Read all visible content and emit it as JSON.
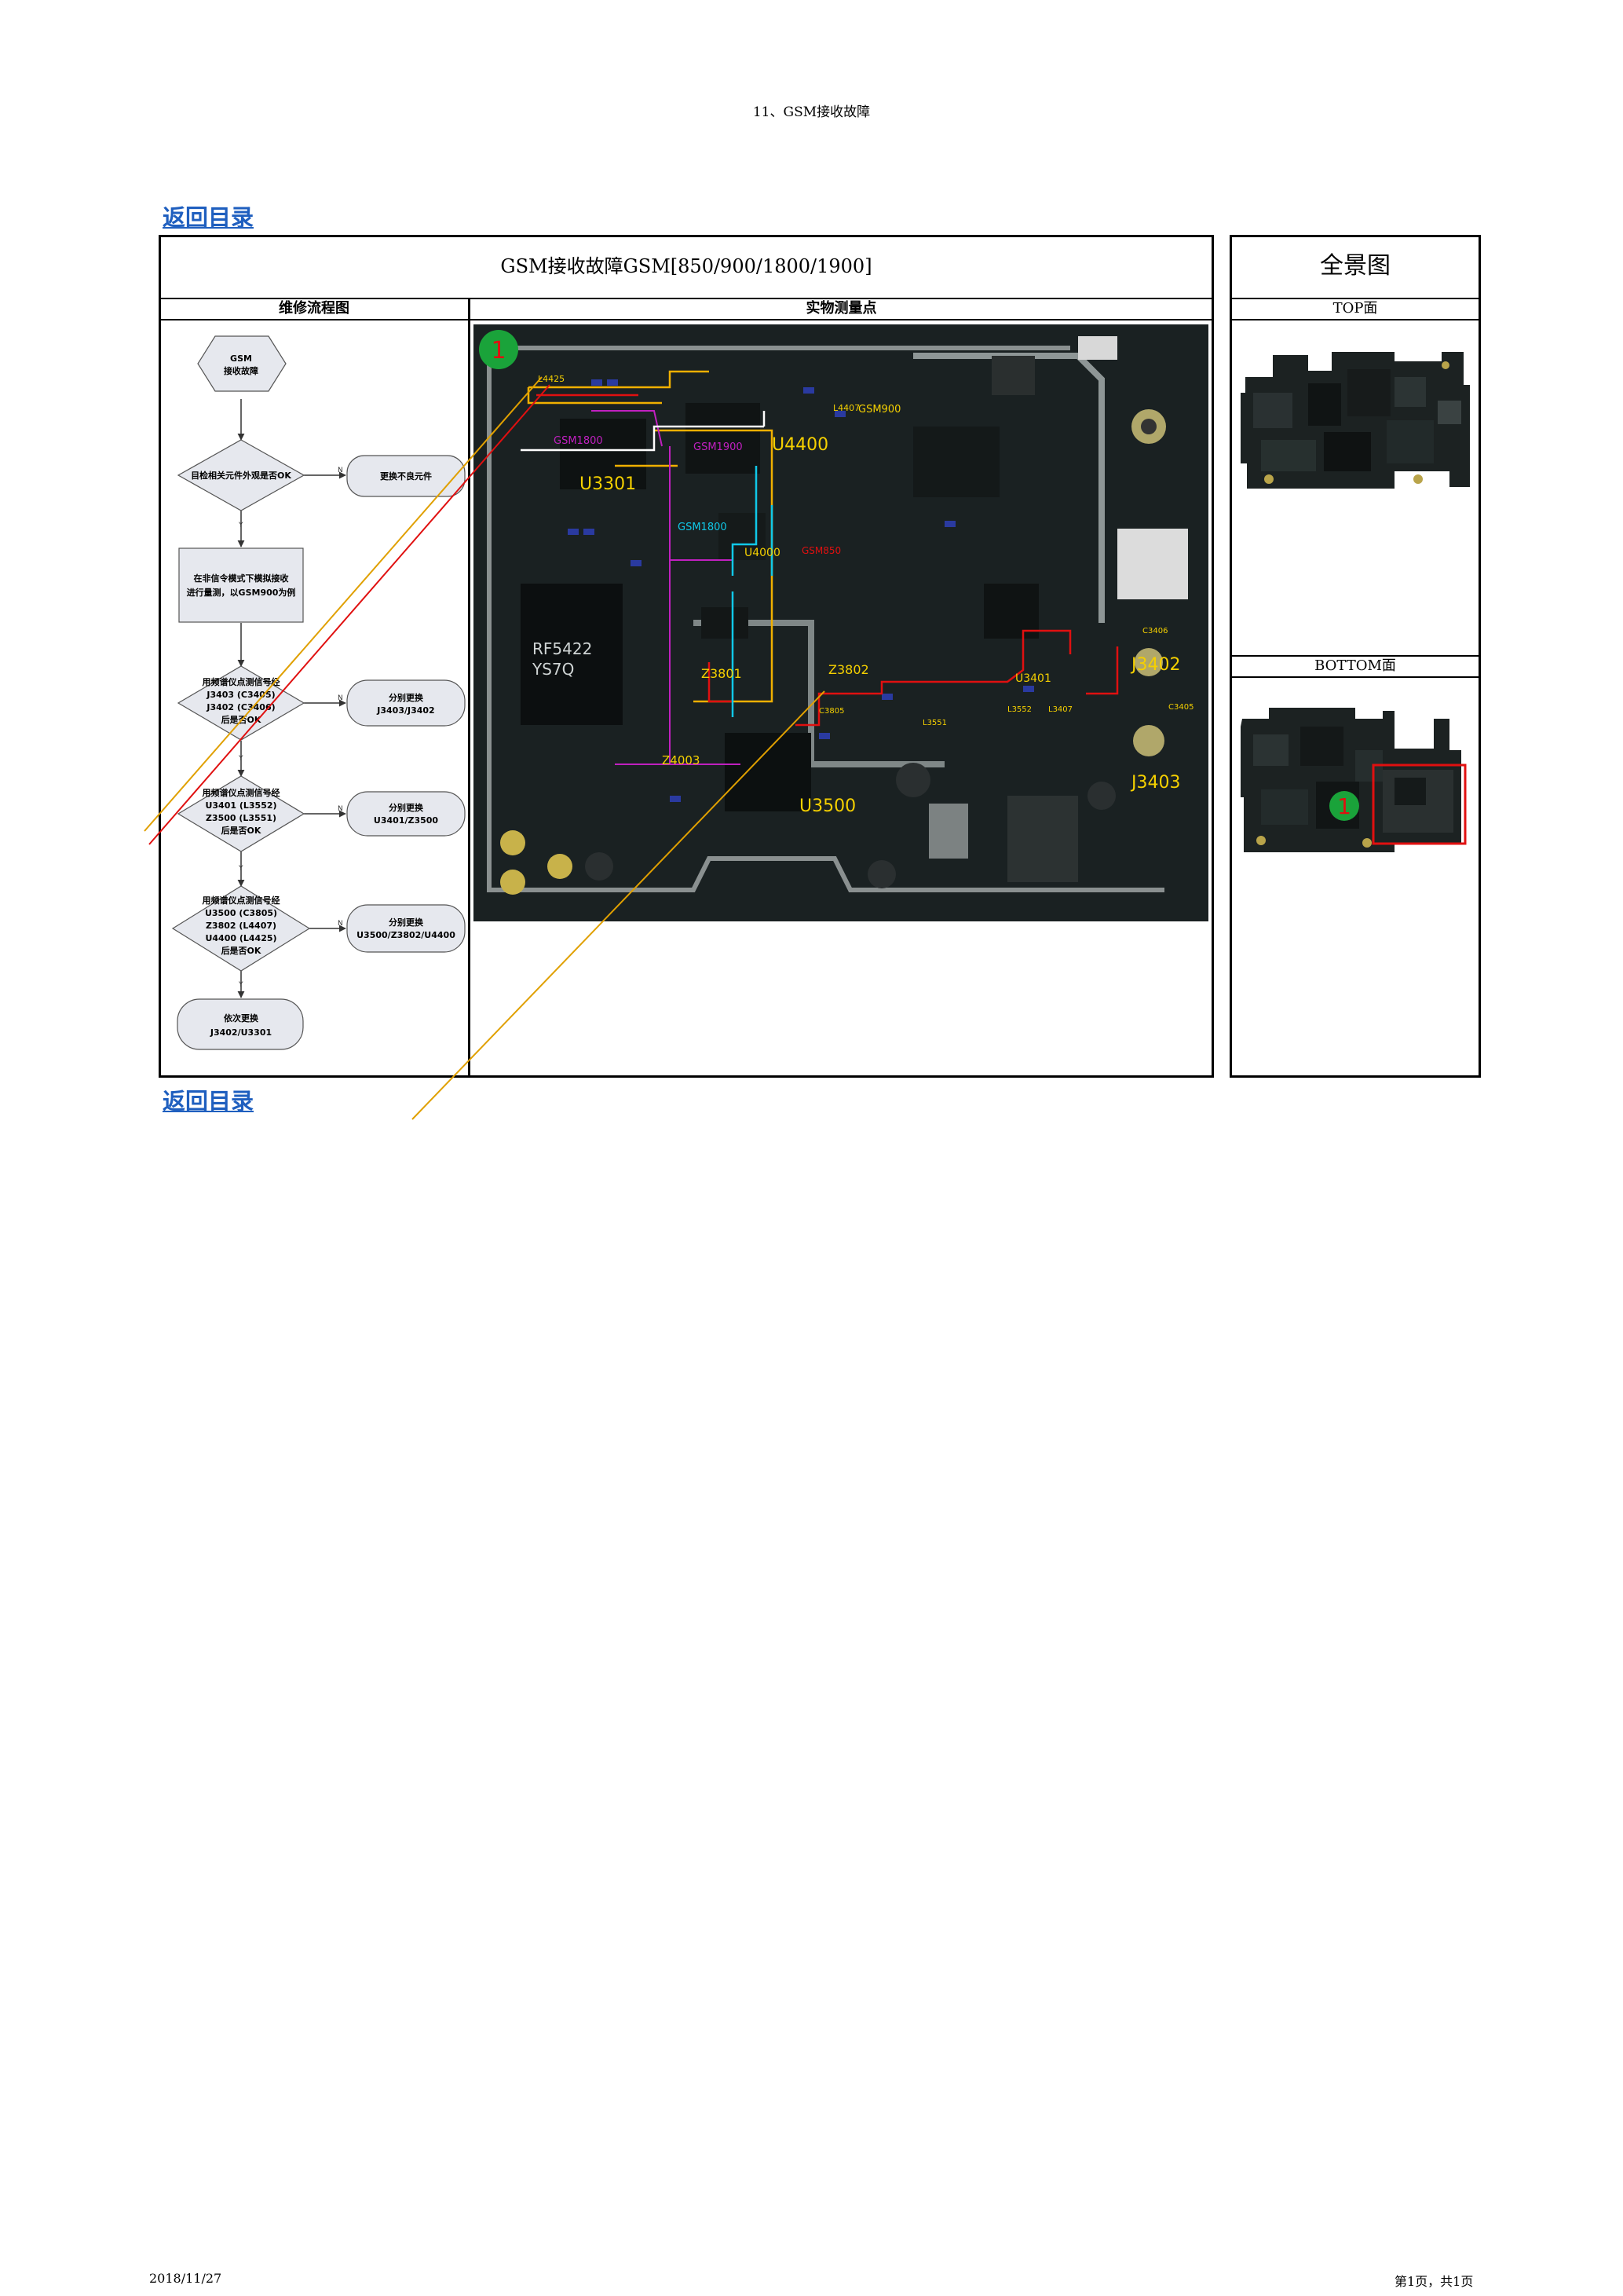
{
  "page": {
    "header": "11、GSM接收故障",
    "back_link_top": "返回目录",
    "back_link_bottom": "返回目录",
    "footer_date": "2018/11/27",
    "footer_page": "第1页，共1页"
  },
  "main_box": {
    "title": "GSM接收故障GSM[850/900/1800/1900]",
    "col_flow": "维修流程图",
    "col_photo": "实物测量点"
  },
  "side_box": {
    "title": "全景图",
    "top_label": "TOP面",
    "bottom_label": "BOTTOM面"
  },
  "flowchart": {
    "start": [
      "GSM",
      "接收故障"
    ],
    "d1": [
      "目检相关元件外观是否OK"
    ],
    "a1": [
      "更换不良元件"
    ],
    "p1": [
      "在非信令模式下模拟接收",
      "进行量测，以GSM900为例"
    ],
    "d2": [
      "用频谱仪点测信号经",
      "J3403 (C3405)",
      "J3402 (C3406)",
      "后是否OK"
    ],
    "a2": [
      "分别更换",
      "J3403/J3402"
    ],
    "d3": [
      "用频谱仪点测信号经",
      "U3401 (L3552)",
      "Z3500 (L3551)",
      "后是否OK"
    ],
    "a3": [
      "分别更换",
      "U3401/Z3500"
    ],
    "d4": [
      "用频谱仪点测信号经",
      "U3500 (C3805)",
      "Z3802 (L4407)",
      "U4400 (L4425)",
      "后是否OK"
    ],
    "a4": [
      "分别更换",
      "U3500/Z3802/U4400"
    ],
    "end": [
      "依次更换",
      "J3402/U3301"
    ],
    "yes": "Y",
    "no": "N"
  },
  "photo_labels": {
    "marker": "1",
    "U3301": "U3301",
    "U4400": "U4400",
    "U4000": "U4000",
    "U3500": "U3500",
    "Z3801": "Z3801",
    "Z3802": "Z3802",
    "Z4003": "Z4003",
    "U3401": "U3401",
    "J3402": "J3402",
    "J3403": "J3403",
    "L4425": "L4425",
    "L4407": "L4407",
    "GSM900": "GSM900",
    "GSM1800": "GSM1800",
    "GSM1800b": "GSM1800",
    "GSM1900": "GSM1900",
    "GSM850": "GSM850",
    "C3805": "C3805",
    "L3551": "L3551",
    "L3552": "L3552",
    "L3407": "L3407",
    "C3405": "C3405",
    "C3406": "C3406",
    "chip1": "RF5422",
    "chip1b": "YS7Q"
  },
  "colors": {
    "trace_yellow": "#f0b000",
    "trace_red": "#e01010",
    "trace_magenta": "#c020c0",
    "trace_cyan": "#10c8e8",
    "marker_green": "#1aa33a",
    "link_blue": "#1f5fbf"
  }
}
